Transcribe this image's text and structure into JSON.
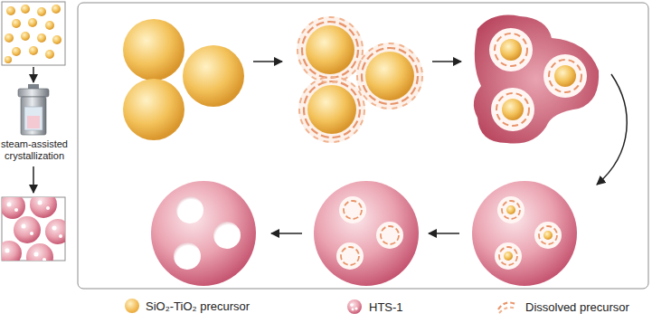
{
  "diagram": {
    "labels": [
      "steam-assisted crystallization"
    ],
    "legend": [
      {
        "text": "SiO₂-TiO₂ precursor",
        "color": "#f0b64c"
      },
      {
        "text": "HTS-1"
      },
      {
        "text": "Dissolved precursor"
      }
    ]
  }
}
